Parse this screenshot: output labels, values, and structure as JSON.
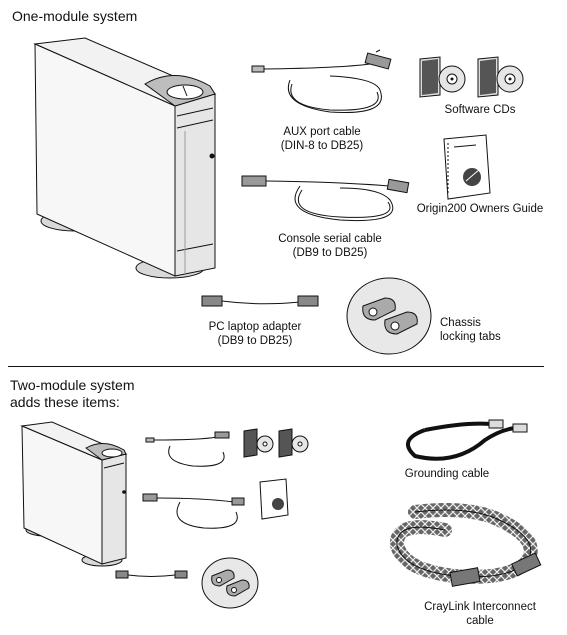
{
  "one_module": {
    "heading": "One-module system",
    "items": {
      "aux_cable": [
        "AUX port cable",
        "(DIN-8 to DB25)"
      ],
      "software_cds": [
        "Software CDs"
      ],
      "owners_guide": [
        "Origin200 Owners Guide"
      ],
      "console_cable": [
        "Console serial cable",
        "(DB9 to DB25)"
      ],
      "pc_adapter": [
        "PC laptop adapter",
        "(DB9 to DB25)"
      ],
      "locking_tabs": [
        "Chassis",
        "locking tabs"
      ]
    }
  },
  "two_module": {
    "heading_line1": "Two-module system",
    "heading_line2": "adds these items:",
    "items": {
      "grounding_cable": [
        "Grounding cable"
      ],
      "craylink_cable": [
        "CrayLink Interconnect",
        "cable"
      ]
    }
  }
}
